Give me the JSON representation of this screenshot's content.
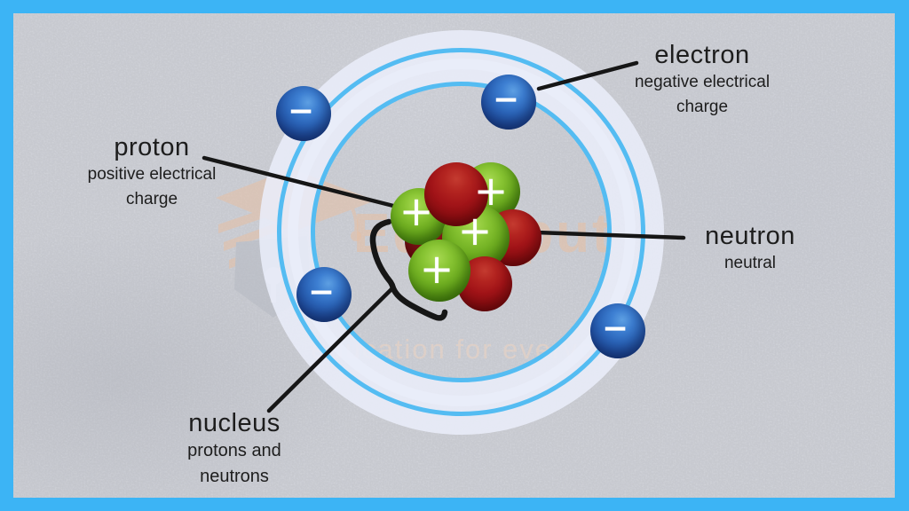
{
  "diagram": {
    "subject": "structure of the atom",
    "labels": {
      "electron": {
        "title": "electron",
        "line1": "negative electrical",
        "line2": "charge"
      },
      "proton": {
        "title": "proton",
        "line1": "positive electrical",
        "line2": "charge"
      },
      "neutron": {
        "title": "neutron",
        "line1": "neutral"
      },
      "nucleus": {
        "title": "nucleus",
        "line1": "protons and",
        "line2": "neutrons"
      }
    },
    "symbols": {
      "electron_charge": "−",
      "proton_charge": "+"
    },
    "particle_counts": {
      "electrons_visible": 4,
      "protons_visible": 4,
      "neutrons_visible": 4
    },
    "colors": {
      "frame_border": "#3cb4f5",
      "paper": "#d9dbe1",
      "orbit_line": "#54bcf2",
      "orbit_glow": "#e9edf9",
      "electron_sphere": "#2c66ba",
      "proton_sphere": "#6fae21",
      "neutron_sphere": "#a21418",
      "label_text": "#1d1d1d",
      "connector_line": "#161616",
      "watermark": "#e7c0a4"
    }
  },
  "watermark": {
    "brand": "EduInput",
    "tagline": "education for everyone"
  }
}
